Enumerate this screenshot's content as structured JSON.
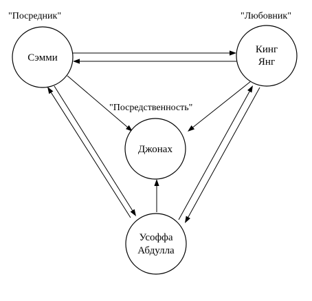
{
  "roles": {
    "sammy": "\"Посредник\"",
    "king": "\"Любовник\"",
    "jonah": "\"Посредственность\""
  },
  "nodes": {
    "sammy": {
      "line1": "Сэмми",
      "line2": ""
    },
    "king": {
      "line1": "Кинг",
      "line2": "Янг"
    },
    "jonah": {
      "line1": "Джонах",
      "line2": ""
    },
    "usoffa": {
      "line1": "Усоффа",
      "line2": "Абдулла"
    }
  },
  "colors": {
    "line": "#000000",
    "background": "#ffffff"
  }
}
